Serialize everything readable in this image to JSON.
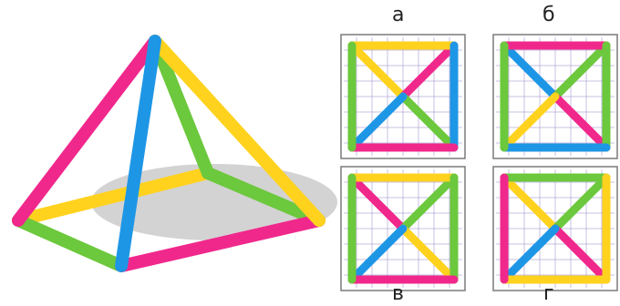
{
  "labels": {
    "a": "а",
    "b": "б",
    "v": "в",
    "g": "г"
  },
  "colors": {
    "pink": "#f0288c",
    "blue": "#1e96e6",
    "green": "#6cc83c",
    "yellow": "#ffd21e",
    "shadow": "#d3d3d3",
    "grid": "#9b8cc8",
    "frame": "#7a7a7a"
  },
  "pyramid": {
    "edges": {
      "left": "pink",
      "front": "blue",
      "back": "green",
      "right": "yellow",
      "base_left_back": "yellow",
      "base_back_right": "green",
      "base_front_right": "pink",
      "base_left_front": "green"
    }
  },
  "options": [
    {
      "key": "a",
      "top": "yellow",
      "right": "blue",
      "bottom": "pink",
      "left": "green",
      "diag_tl": "yellow",
      "diag_tr": "pink",
      "diag_br": "green",
      "diag_bl": "blue"
    },
    {
      "key": "b",
      "top": "pink",
      "right": "green",
      "bottom": "blue",
      "left": "green",
      "diag_tl": "blue",
      "diag_tr": "green",
      "diag_br": "pink",
      "diag_bl": "yellow"
    },
    {
      "key": "v",
      "top": "yellow",
      "right": "green",
      "bottom": "pink",
      "left": "green",
      "diag_tl": "pink",
      "diag_tr": "green",
      "diag_br": "yellow",
      "diag_bl": "blue"
    },
    {
      "key": "g",
      "top": "green",
      "right": "yellow",
      "bottom": "yellow",
      "left": "pink",
      "diag_tl": "yellow",
      "diag_tr": "green",
      "diag_br": "pink",
      "diag_bl": "blue"
    }
  ]
}
